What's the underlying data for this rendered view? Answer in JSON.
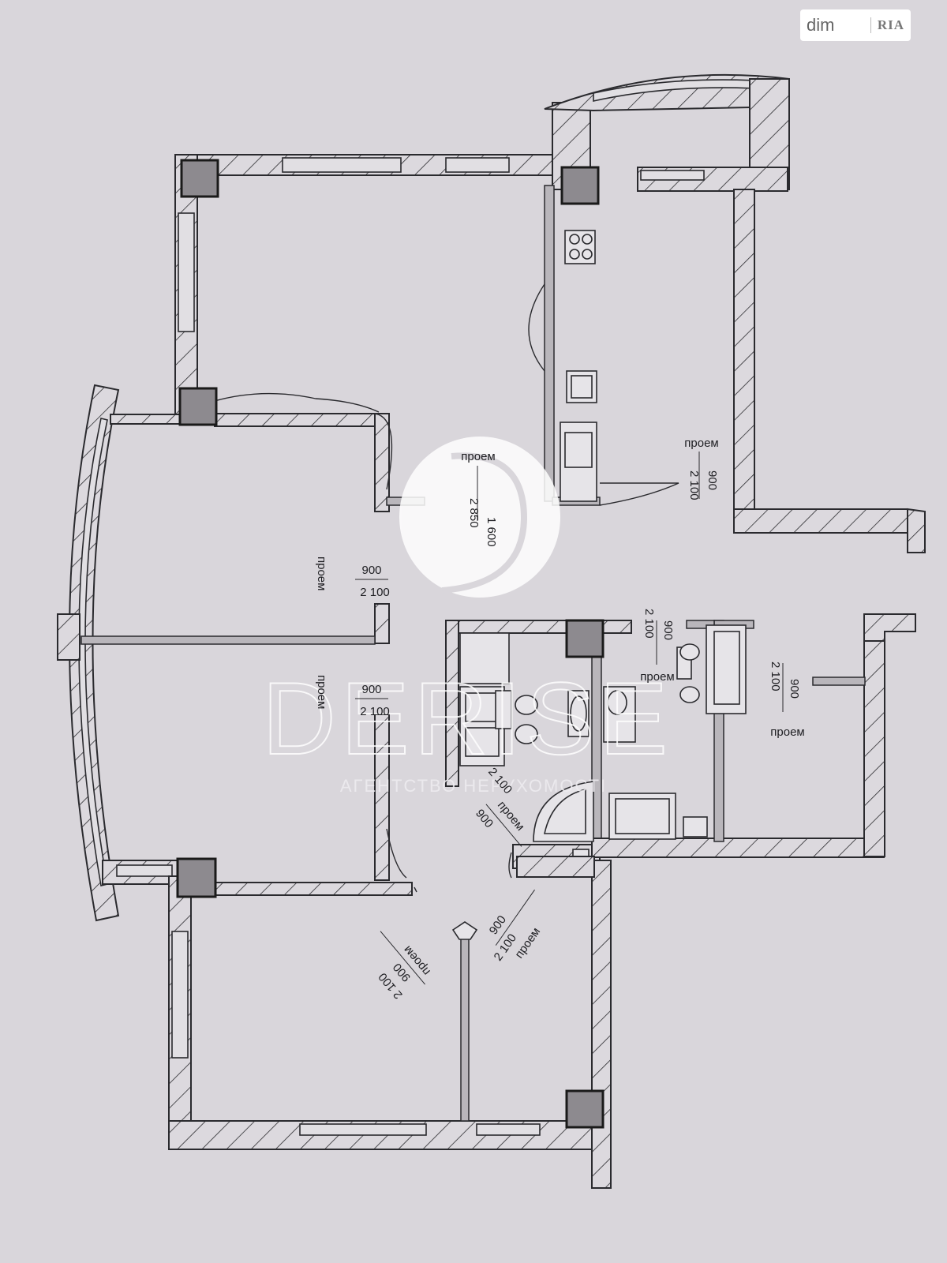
{
  "logo": {
    "part1": "dim",
    "part2": "RIA"
  },
  "watermark": {
    "brand": "DERISE",
    "subtitle": "АГЕНТСТВО НЕРУХОМОСТІ",
    "circle_color": "#ffffff"
  },
  "openings": [
    {
      "id": "kitchen-arch",
      "word": "проем",
      "width": "1 600",
      "height": "2 850"
    },
    {
      "id": "right-room-door",
      "word": "проем",
      "width": "900",
      "height": "2 100"
    },
    {
      "id": "left-room-upper-door",
      "word": "проем",
      "width": "900",
      "height": "2 100"
    },
    {
      "id": "left-room-lower-door",
      "word": "проем",
      "width": "900",
      "height": "2 100"
    },
    {
      "id": "wc-door",
      "word": "проем",
      "width": "900",
      "height": "2 100"
    },
    {
      "id": "east-room-door",
      "word": "проем",
      "width": "900",
      "height": "2 100"
    },
    {
      "id": "bath-door",
      "word": "проем",
      "width": "900",
      "height": "2 100"
    },
    {
      "id": "south-left-door",
      "word": "проем",
      "width": "900",
      "height": "2 100"
    },
    {
      "id": "south-right-door",
      "word": "проем",
      "width": "900",
      "height": "2 100"
    }
  ],
  "colors": {
    "paper": "#d9d6db",
    "wall_line": "#2a2a2e",
    "column": "#8d8a8f"
  }
}
